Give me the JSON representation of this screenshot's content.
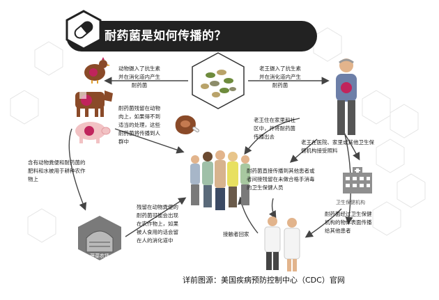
{
  "title": "耐药菌是如何传播的？",
  "labels": {
    "animal_antibiotics": [
      "动物摄入了抗生素",
      "并在消化道内产生",
      "耐药菌"
    ],
    "person_antibiotics": [
      "老王摄入了抗生素",
      "并在消化道内产生",
      "耐药菌"
    ],
    "meat_residue": [
      "耐药菌残留在动物",
      "肉上，如果得不到",
      "适当的处理，这些",
      "耐药菌将传播到人",
      "群中"
    ],
    "spread_community": [
      "老王住在家里和社",
      "区中，并将耐药菌",
      "传播出去"
    ],
    "healthcare_care": [
      "老王在医院、家里或其他卫生保",
      "健机构接受照料"
    ],
    "manure_fertilizer": [
      "含有动物粪便和耐药菌的",
      "肥料和水被用于耕种农作",
      "物上"
    ],
    "direct_spread": [
      "耐药菌直接传播到其他患者或",
      "者间接残留在未做合格手消毒",
      "的卫生保健人员"
    ],
    "crop_residue": [
      "残留在动物粪便的",
      "耐药菌可能会出现",
      "在农作物上，如果",
      "被人食用的话会留",
      "在人的消化道中"
    ],
    "surface_spread": [
      "耐药菌经过卫生保健",
      "机构的物体表面传播",
      "给其他患者"
    ],
    "contacts_home": "接触者回家",
    "farm": "蔬菜农场",
    "hospital": "卫生保健机构"
  },
  "source": "详前图源：美国疾病预防控制中心（CDC）官网",
  "colors": {
    "bg": "#ffffff",
    "title_bar": "#222222",
    "arrow": "#444444",
    "hex_line": "#e4e4e4",
    "germ": "#c0245c",
    "pill_green": "#6e8b3d",
    "pill_olive": "#b9a36a",
    "skin": "#e2b48c",
    "animal_brown": "#8a4a28",
    "pig_pink": "#f2c2c4",
    "hospital_gray": "#8f8f8f"
  },
  "icons": [
    "capsule-icon",
    "pill-bowl-icon",
    "chicken-icon",
    "cow-icon",
    "pig-icon",
    "meat-icon",
    "old-man-icon",
    "crowd-icon",
    "farm-icon",
    "hospital-icon",
    "doctor-icon",
    "nurse-icon"
  ]
}
